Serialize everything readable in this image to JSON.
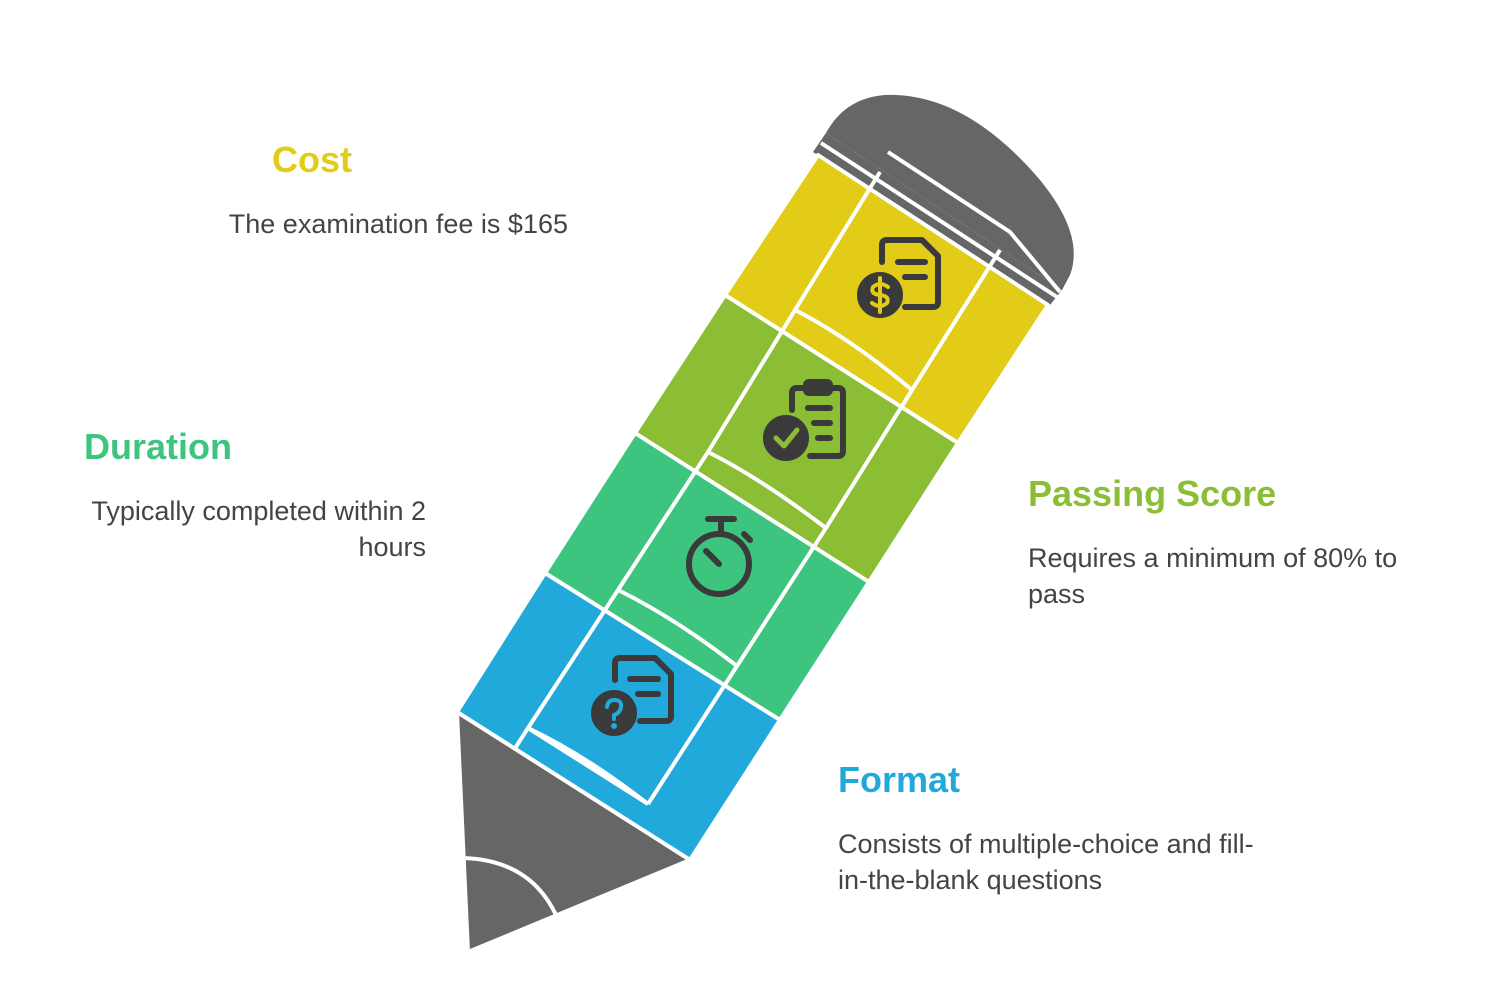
{
  "colors": {
    "cost": "#E2CC17",
    "passing_score": "#8BBE35",
    "duration": "#3DC47E",
    "format": "#21A9DB",
    "pencil_gray": "#666666",
    "icon_dark": "#3a3a3a",
    "text": "#444444"
  },
  "sections": {
    "cost": {
      "title": "Cost",
      "description": "The examination fee is $165",
      "icon": "document-dollar-icon"
    },
    "passing_score": {
      "title": "Passing Score",
      "description": "Requires a minimum of 80% to pass",
      "icon": "clipboard-check-icon"
    },
    "duration": {
      "title": "Duration",
      "description": "Typically completed within 2 hours",
      "icon": "stopwatch-icon"
    },
    "format": {
      "title": "Format",
      "description": "Consists of multiple-choice and fill-in-the-blank questions",
      "icon": "document-question-icon"
    }
  }
}
